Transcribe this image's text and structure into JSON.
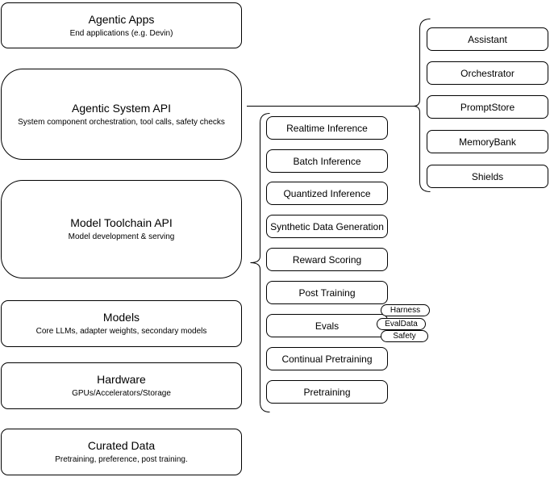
{
  "colors": {
    "background": "#ffffff",
    "node_fill": "#ffffff",
    "stroke": "#000000",
    "text": "#000000"
  },
  "left_column": {
    "boxes": [
      {
        "title": "Agentic Apps",
        "subtitle": "End applications (e.g. Devin)"
      },
      {
        "title": "Agentic System API",
        "subtitle": "System component orchestration, tool calls, safety checks"
      },
      {
        "title": "Model Toolchain API",
        "subtitle": "Model development & serving"
      },
      {
        "title": "Models",
        "subtitle": "Core LLMs, adapter weights, secondary models"
      },
      {
        "title": "Hardware",
        "subtitle": "GPUs/Accelerators/Storage"
      },
      {
        "title": "Curated Data",
        "subtitle": "Pretraining, preference, post training."
      }
    ]
  },
  "toolchain_column": {
    "items": [
      "Realtime Inference",
      "Batch Inference",
      "Quantized Inference",
      "Synthetic Data Generation",
      "Reward Scoring",
      "Post Training",
      "Evals",
      "Continual Pretraining",
      "Pretraining"
    ]
  },
  "api_column": {
    "items": [
      "Assistant",
      "Orchestrator",
      "PromptStore",
      "MemoryBank",
      "Shields"
    ]
  },
  "eval_tags": {
    "items": [
      "Harness",
      "EvalData",
      "Safety"
    ]
  }
}
